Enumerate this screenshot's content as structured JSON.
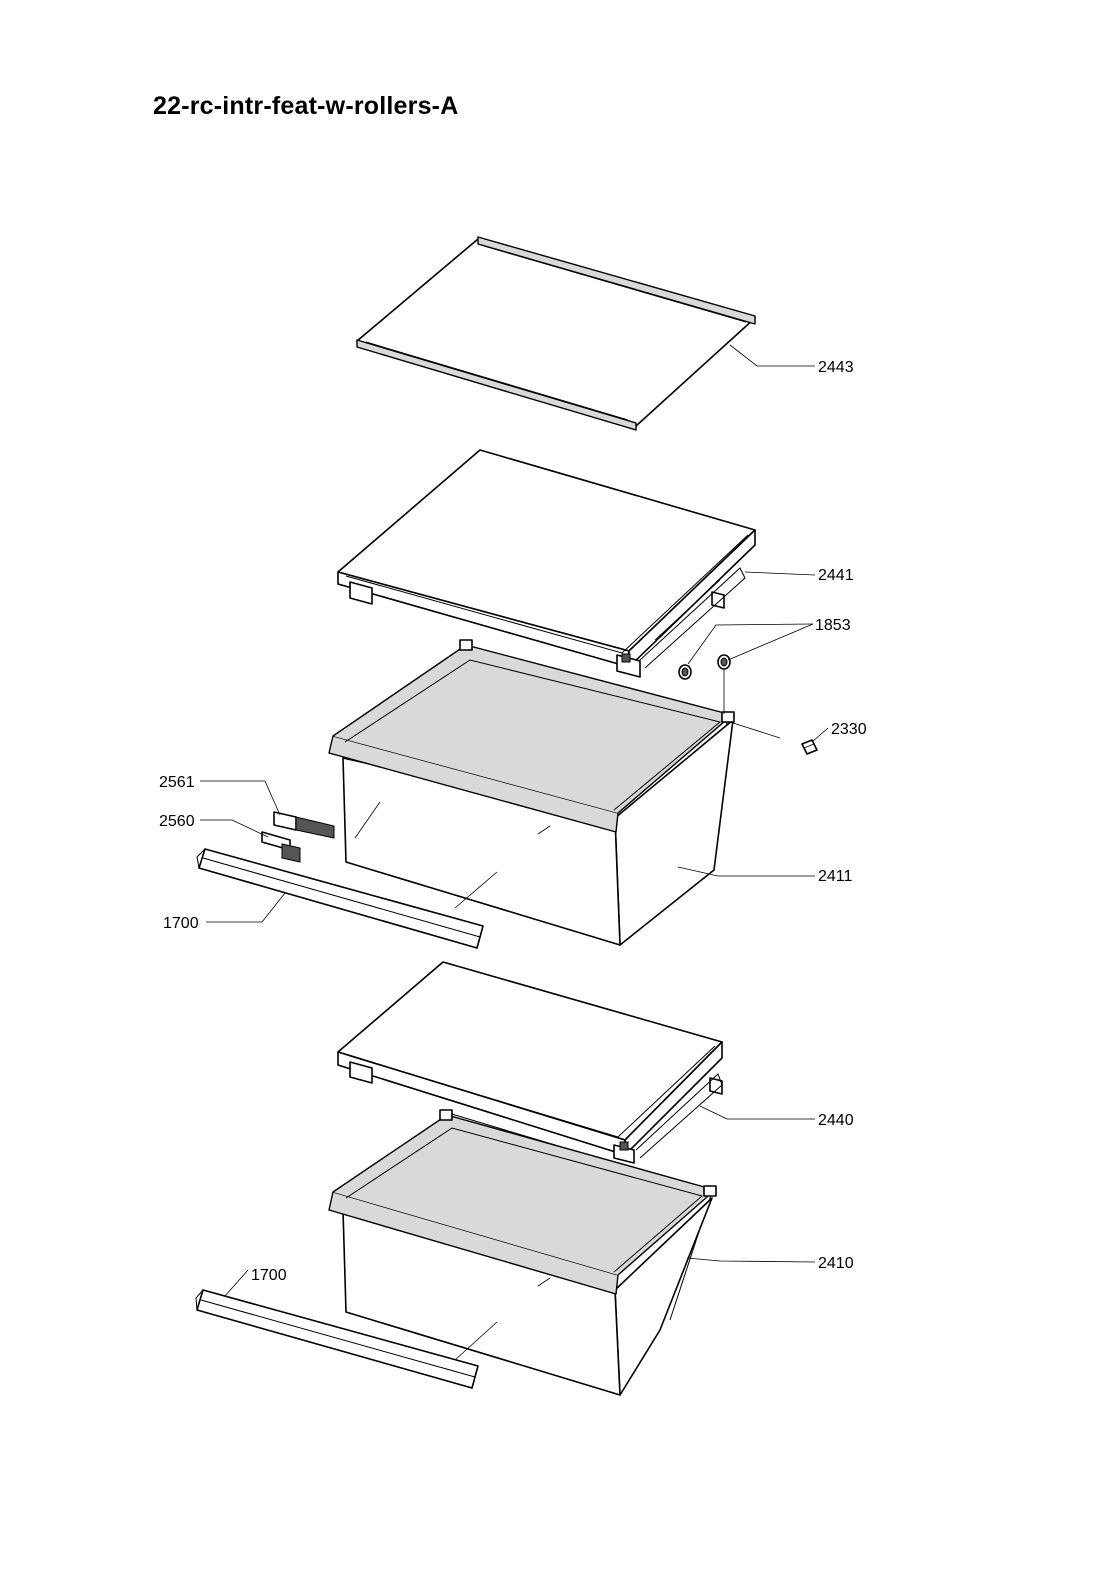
{
  "title": "22-rc-intr-feat-w-rollers-A",
  "callouts": {
    "c2443": "2443",
    "c2441": "2441",
    "c1853": "1853",
    "c2330": "2330",
    "c2561": "2561",
    "c2560": "2560",
    "c2411": "2411",
    "c1700a": "1700",
    "c2440": "2440",
    "c2410": "2410",
    "c1700b": "1700"
  }
}
